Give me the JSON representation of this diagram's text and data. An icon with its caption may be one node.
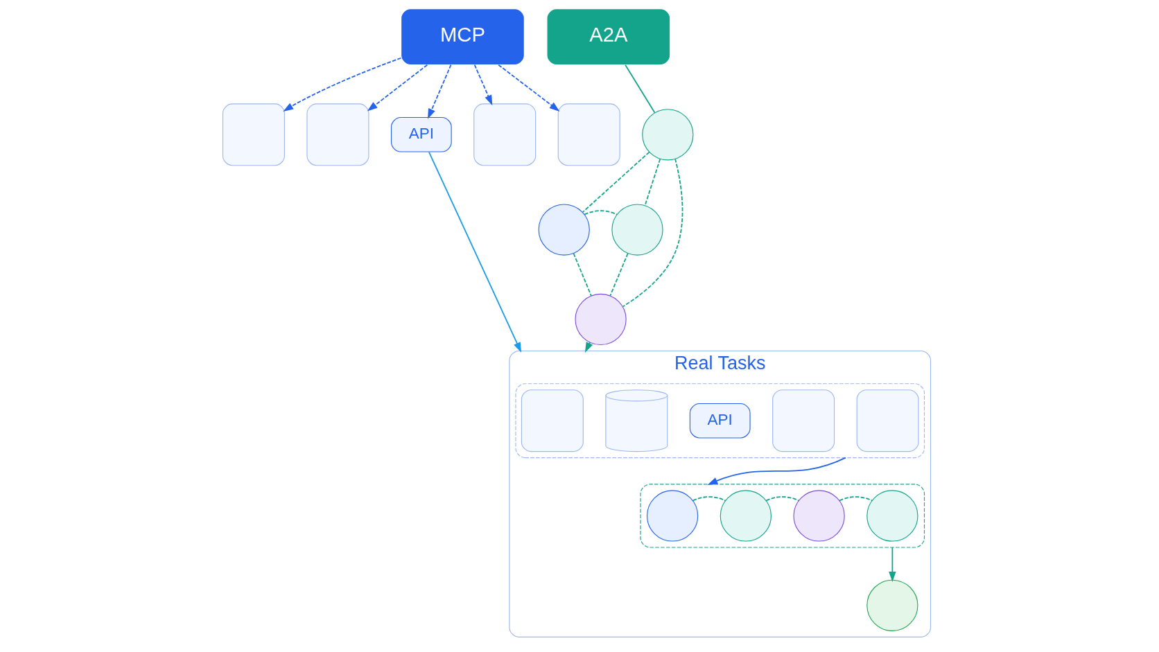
{
  "diagram": {
    "nodes": [
      {
        "text": [
          "MCP"
        ]
      },
      {
        "text": [],
        "shape": "box"
      },
      {
        "text": [],
        "shape": "box"
      },
      {
        "text": [
          "API"
        ]
      },
      {
        "text": [],
        "shape": "box"
      },
      {
        "text": [],
        "shape": "box"
      },
      {
        "text": [
          "A2A"
        ]
      },
      {
        "text": [],
        "shape": "circle"
      },
      {
        "text": [],
        "shape": "circle"
      },
      {
        "text": [],
        "shape": "circle"
      },
      {
        "text": [],
        "shape": "circle"
      },
      {
        "text": [
          "Real Tasks"
        ]
      },
      {
        "text": [],
        "shape": "box",
        "in": 11
      },
      {
        "text": [],
        "shape": "box",
        "in": 12
      },
      {
        "text": [],
        "shape": "cylinder",
        "in": 12
      },
      {
        "text": [
          "API"
        ],
        "in": 12
      },
      {
        "text": [],
        "shape": "box",
        "in": 12
      },
      {
        "text": [],
        "shape": "box",
        "in": 12
      },
      {
        "text": [],
        "shape": "box",
        "in": 11
      },
      {
        "text": [],
        "shape": "circle",
        "in": 18
      },
      {
        "text": [],
        "shape": "circle",
        "in": 18
      },
      {
        "text": [],
        "shape": "circle",
        "in": 18
      },
      {
        "text": [],
        "shape": "circle",
        "in": 18
      },
      {
        "text": [],
        "shape": "circle",
        "in": 11
      }
    ],
    "edges": [
      {
        "from": 0,
        "to": 1,
        "arrow": "to",
        "style": "dashed",
        "color": "#2563eb"
      },
      {
        "from": 0,
        "to": 2,
        "arrow": "to",
        "style": "dashed",
        "color": "#2563eb"
      },
      {
        "from": 0,
        "to": 3,
        "arrow": "to",
        "style": "dashed",
        "color": "#2563eb"
      },
      {
        "from": 0,
        "to": 4,
        "arrow": "to",
        "style": "dashed",
        "color": "#2563eb"
      },
      {
        "from": 0,
        "to": 5,
        "arrow": "to",
        "style": "dashed",
        "color": "#2563eb"
      },
      {
        "from": 6,
        "to": 7,
        "arrow": "none"
      },
      {
        "from": 7,
        "to": 8,
        "arrow": "none",
        "style": "dashed"
      },
      {
        "from": 7,
        "to": 9,
        "arrow": "none",
        "style": "dashed"
      },
      {
        "from": 8,
        "to": 9,
        "arrow": "none",
        "style": "dashed"
      },
      {
        "from": 7,
        "to": 10,
        "arrow": "none",
        "style": "dashed"
      },
      {
        "from": 8,
        "to": 10,
        "arrow": "none",
        "style": "dashed"
      },
      {
        "from": 9,
        "to": 10,
        "arrow": "none",
        "style": "dashed"
      },
      {
        "from": 3,
        "to": 11,
        "arrow": "to",
        "color": "#1a9be8"
      },
      {
        "from": 10,
        "to": 11,
        "arrow": "to"
      },
      {
        "from": 12,
        "to": 18,
        "arrow": "to",
        "color": "#2563eb"
      },
      {
        "from": 18,
        "to": 23,
        "arrow": "to"
      },
      {
        "from": 19,
        "to": 20,
        "arrow": "none",
        "style": "dashed"
      },
      {
        "from": 20,
        "to": 21,
        "arrow": "none",
        "style": "dashed"
      },
      {
        "from": 21,
        "to": 22,
        "arrow": "none",
        "style": "dashed"
      }
    ]
  }
}
